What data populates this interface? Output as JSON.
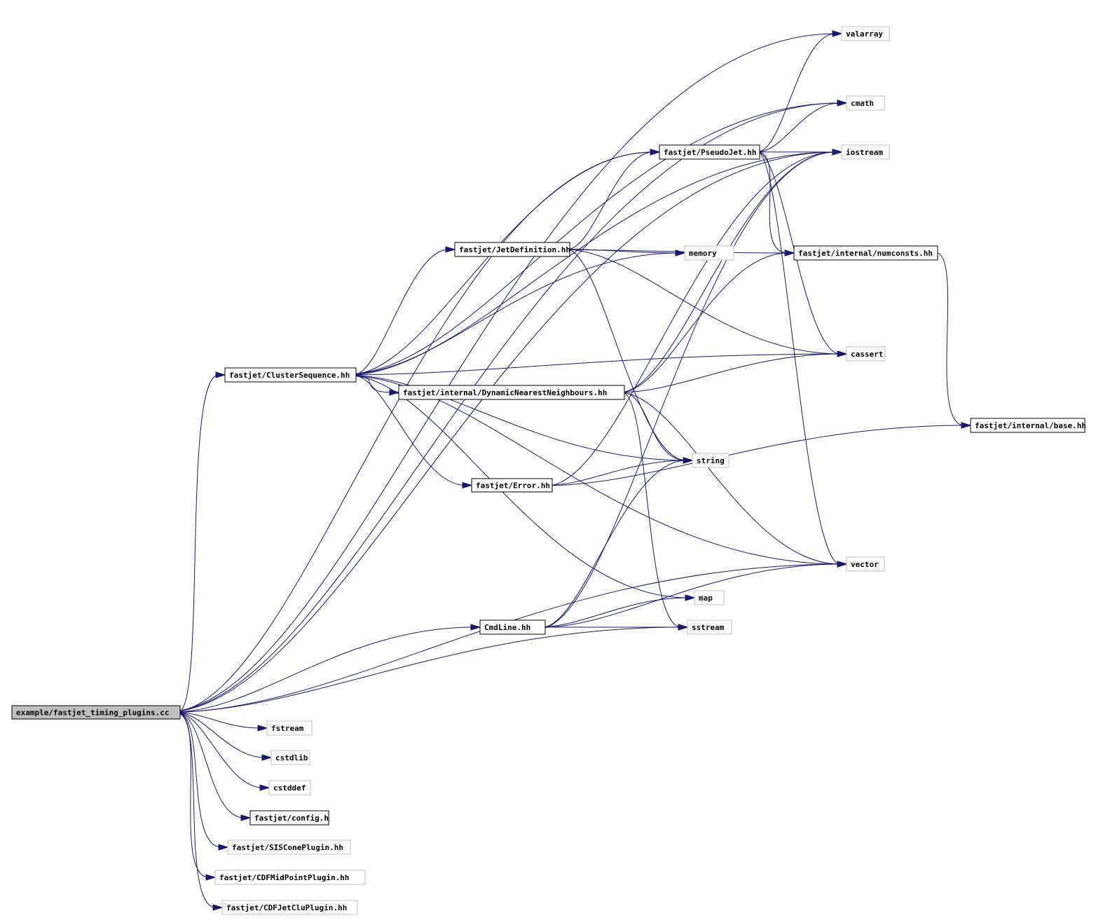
{
  "diagram": {
    "type": "include-dependency-graph",
    "colors": {
      "edge": "#191970",
      "root_fill": "#bfbfbf",
      "documented_border": "#000000",
      "external_border": "#bfbfbf",
      "background": "#ffffff"
    },
    "nodes": [
      {
        "id": "root",
        "label": "example/fastjet_timing_plugins.cc",
        "kind": "root"
      },
      {
        "id": "clusterseq",
        "label": "fastjet/ClusterSequence.hh",
        "kind": "documented"
      },
      {
        "id": "pseudojet",
        "label": "fastjet/PseudoJet.hh",
        "kind": "documented"
      },
      {
        "id": "jetdef",
        "label": "fastjet/JetDefinition.hh",
        "kind": "documented"
      },
      {
        "id": "dnn",
        "label": "fastjet/internal/DynamicNearestNeighbours.hh",
        "kind": "documented"
      },
      {
        "id": "error",
        "label": "fastjet/Error.hh",
        "kind": "documented"
      },
      {
        "id": "cmdline",
        "label": "CmdLine.hh",
        "kind": "documented"
      },
      {
        "id": "numconsts",
        "label": "fastjet/internal/numconsts.hh",
        "kind": "documented"
      },
      {
        "id": "base",
        "label": "fastjet/internal/base.hh",
        "kind": "documented"
      },
      {
        "id": "config",
        "label": "fastjet/config.h",
        "kind": "documented"
      },
      {
        "id": "valarray",
        "label": "valarray",
        "kind": "external"
      },
      {
        "id": "cmath",
        "label": "cmath",
        "kind": "external"
      },
      {
        "id": "iostream",
        "label": "iostream",
        "kind": "external"
      },
      {
        "id": "memory",
        "label": "memory",
        "kind": "external"
      },
      {
        "id": "cassert",
        "label": "cassert",
        "kind": "external"
      },
      {
        "id": "string",
        "label": "string",
        "kind": "external"
      },
      {
        "id": "vector",
        "label": "vector",
        "kind": "external"
      },
      {
        "id": "map",
        "label": "map",
        "kind": "external"
      },
      {
        "id": "sstream",
        "label": "sstream",
        "kind": "external"
      },
      {
        "id": "fstream",
        "label": "fstream",
        "kind": "external"
      },
      {
        "id": "cstdlib",
        "label": "cstdlib",
        "kind": "external"
      },
      {
        "id": "cstddef",
        "label": "cstddef",
        "kind": "external"
      },
      {
        "id": "sisconeplugin",
        "label": "fastjet/SISConePlugin.hh",
        "kind": "external"
      },
      {
        "id": "cdfmidpoint",
        "label": "fastjet/CDFMidPointPlugin.hh",
        "kind": "external"
      },
      {
        "id": "cdfjetclu",
        "label": "fastjet/CDFJetCluPlugin.hh",
        "kind": "external"
      }
    ],
    "edges": [
      [
        "root",
        "valarray"
      ],
      [
        "root",
        "cmath"
      ],
      [
        "root",
        "iostream"
      ],
      [
        "root",
        "pseudojet"
      ],
      [
        "root",
        "clusterseq"
      ],
      [
        "root",
        "cmdline"
      ],
      [
        "root",
        "sstream"
      ],
      [
        "root",
        "vector"
      ],
      [
        "root",
        "fstream"
      ],
      [
        "root",
        "cstdlib"
      ],
      [
        "root",
        "cstddef"
      ],
      [
        "root",
        "config"
      ],
      [
        "root",
        "sisconeplugin"
      ],
      [
        "root",
        "cdfmidpoint"
      ],
      [
        "root",
        "cdfjetclu"
      ],
      [
        "clusterseq",
        "cmath"
      ],
      [
        "clusterseq",
        "iostream"
      ],
      [
        "clusterseq",
        "pseudojet"
      ],
      [
        "clusterseq",
        "jetdef"
      ],
      [
        "clusterseq",
        "memory"
      ],
      [
        "clusterseq",
        "cassert"
      ],
      [
        "clusterseq",
        "dnn"
      ],
      [
        "clusterseq",
        "string"
      ],
      [
        "clusterseq",
        "error"
      ],
      [
        "clusterseq",
        "vector"
      ],
      [
        "clusterseq",
        "map"
      ],
      [
        "jetdef",
        "pseudojet"
      ],
      [
        "jetdef",
        "memory"
      ],
      [
        "jetdef",
        "cassert"
      ],
      [
        "jetdef",
        "numconsts"
      ],
      [
        "jetdef",
        "string"
      ],
      [
        "pseudojet",
        "valarray"
      ],
      [
        "pseudojet",
        "cmath"
      ],
      [
        "pseudojet",
        "iostream"
      ],
      [
        "pseudojet",
        "numconsts"
      ],
      [
        "pseudojet",
        "cassert"
      ],
      [
        "pseudojet",
        "vector"
      ],
      [
        "dnn",
        "iostream"
      ],
      [
        "dnn",
        "numconsts"
      ],
      [
        "dnn",
        "cassert"
      ],
      [
        "dnn",
        "string"
      ],
      [
        "dnn",
        "vector"
      ],
      [
        "dnn",
        "sstream"
      ],
      [
        "error",
        "string"
      ],
      [
        "error",
        "iostream"
      ],
      [
        "error",
        "base"
      ],
      [
        "cmdline",
        "map"
      ],
      [
        "cmdline",
        "string"
      ],
      [
        "cmdline",
        "sstream"
      ],
      [
        "cmdline",
        "vector"
      ],
      [
        "cmdline",
        "iostream"
      ],
      [
        "numconsts",
        "base"
      ]
    ]
  }
}
